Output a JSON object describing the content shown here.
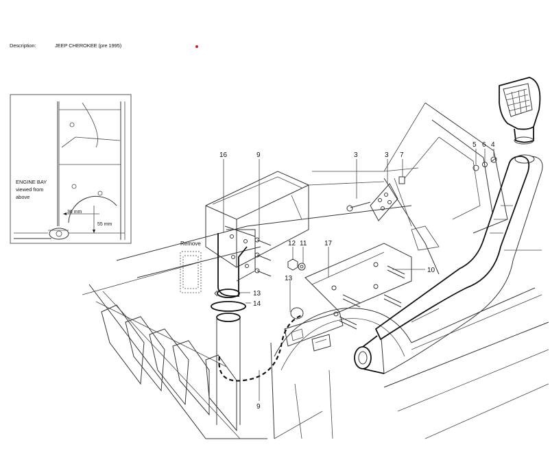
{
  "header": {
    "description_label": "Description:",
    "description_value": "JEEP CHEROKEE  (pre 1995)"
  },
  "colors": {
    "accent_dot": "#d81b1b",
    "line": "#111111"
  },
  "inset": {
    "engine_bay_text": [
      "ENGINE BAY",
      "viewed from",
      "above"
    ],
    "dim_36": "36 mm",
    "dim_55": "55 mm"
  },
  "remove_label": "Remove",
  "callouts": {
    "c16": "16",
    "c9_top": "9",
    "c3a": "3",
    "c3b": "3",
    "c7": "7",
    "c5": "5",
    "c6": "6",
    "c4": "4",
    "c12": "12",
    "c11": "11",
    "c17": "17",
    "c10": "10",
    "c13a": "13",
    "c13b": "13",
    "c14": "14",
    "c9_bottom": "9"
  }
}
